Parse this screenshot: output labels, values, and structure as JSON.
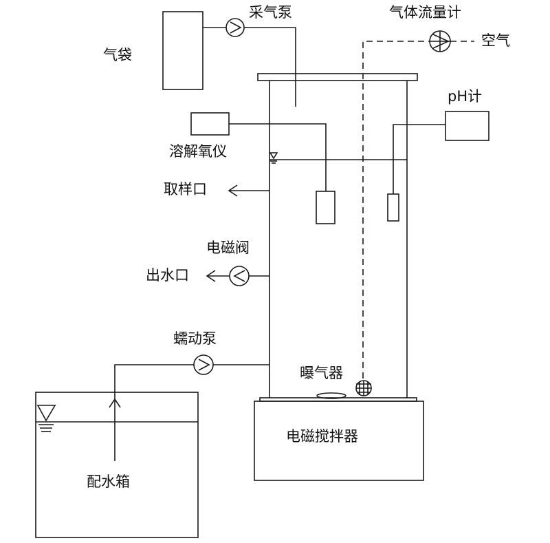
{
  "labels": {
    "gas_bag": "气袋",
    "sampling_pump": "采气泵",
    "gas_flowmeter": "气体流量计",
    "air": "空气",
    "ph_meter": "pH计",
    "do_meter": "溶解氧仪",
    "sampling_port": "取样口",
    "solenoid_valve": "电磁阀",
    "water_outlet": "出水口",
    "peristaltic_pump": "蠕动泵",
    "aerator": "曝气器",
    "magnetic_stirrer": "电磁搅拌器",
    "water_tank": "配水箱"
  },
  "colors": {
    "line": "#1a1a1a",
    "background": "#ffffff"
  }
}
